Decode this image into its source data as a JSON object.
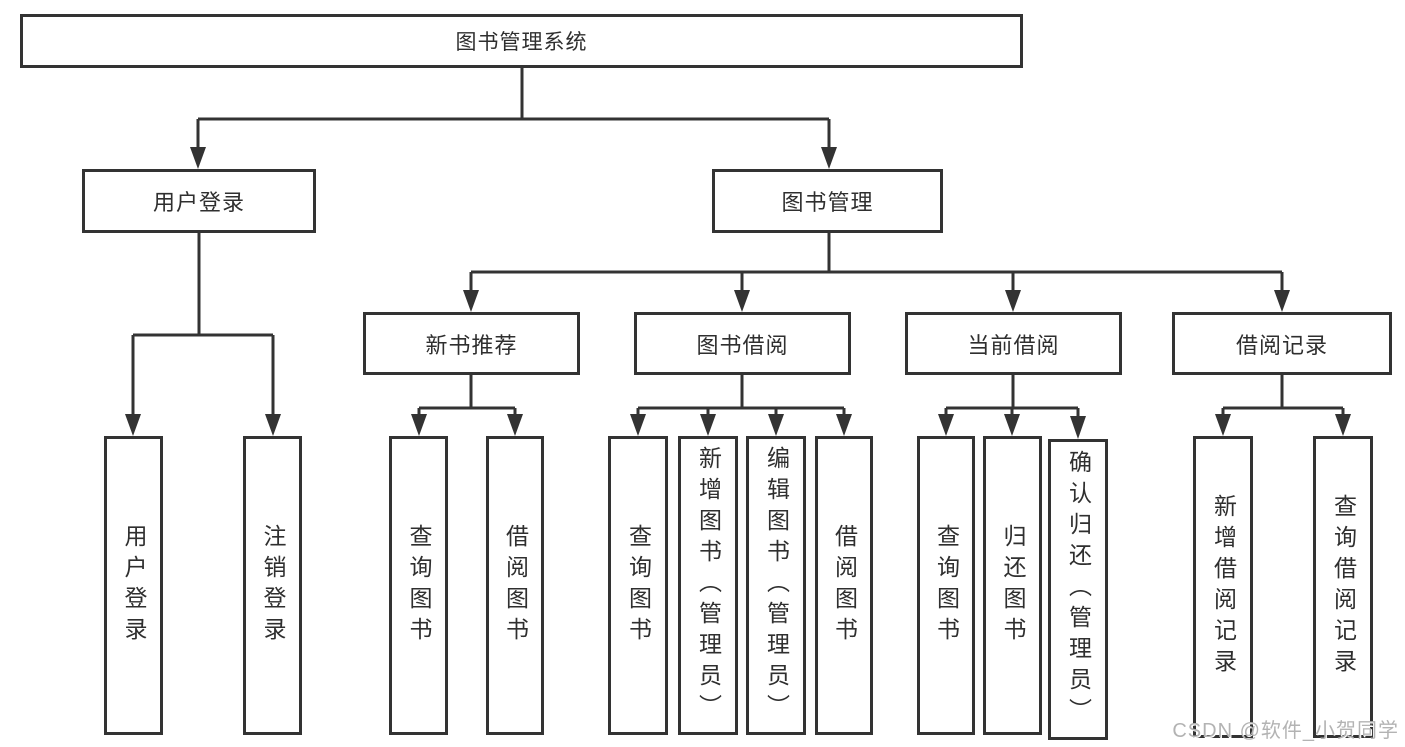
{
  "diagram": {
    "root": {
      "label": "图书管理系统"
    },
    "level2": [
      {
        "label": "用户登录"
      },
      {
        "label": "图书管理"
      }
    ],
    "level3": [
      {
        "label": "新书推荐"
      },
      {
        "label": "图书借阅"
      },
      {
        "label": "当前借阅"
      },
      {
        "label": "借阅记录"
      }
    ],
    "leaves": {
      "login": [
        {
          "label": "用户登录"
        },
        {
          "label": "注销登录"
        }
      ],
      "newbook": [
        {
          "label": "查询图书"
        },
        {
          "label": "借阅图书"
        }
      ],
      "borrow": [
        {
          "label": "查询图书"
        },
        {
          "label": "新增图书（管理员）"
        },
        {
          "label": "编辑图书（管理员）"
        },
        {
          "label": "借阅图书"
        }
      ],
      "current": [
        {
          "label": "查询图书"
        },
        {
          "label": "归还图书"
        },
        {
          "label": "确认归还（管理员）"
        }
      ],
      "records": [
        {
          "label": "新增借阅记录"
        },
        {
          "label": "查询借阅记录"
        }
      ]
    },
    "watermark": {
      "text": "CSDN @软件_小贺同学"
    },
    "colors": {
      "line": "#333333",
      "text": "#2f2f2f",
      "box_background": "#ffffff",
      "page_background": "#ffffff",
      "watermark": "#b3b3b3"
    }
  }
}
